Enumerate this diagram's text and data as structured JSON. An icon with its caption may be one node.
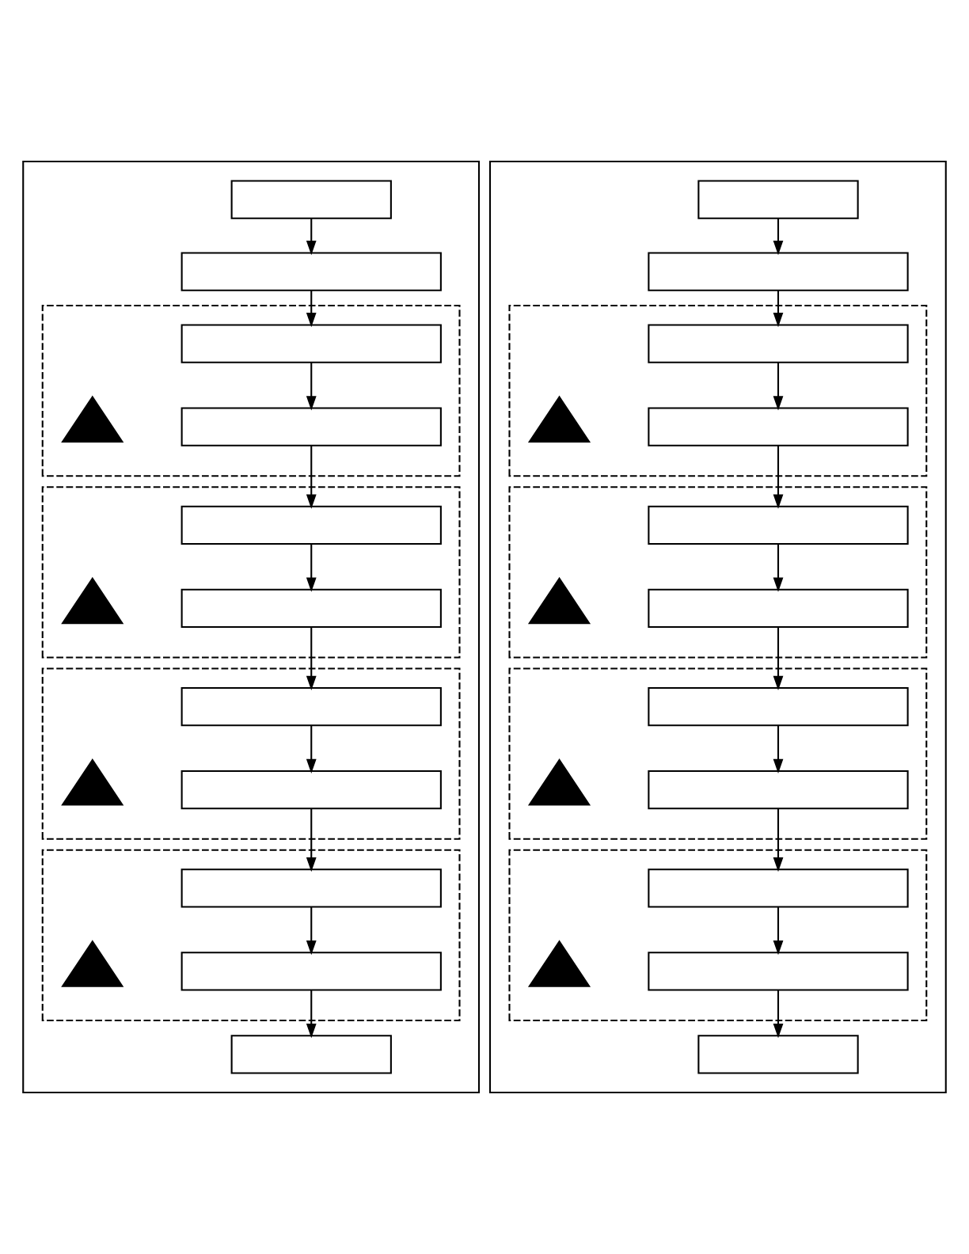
{
  "diagram": {
    "nodes": [
      {
        "text": [],
        "shape": "box"
      },
      {
        "text": [],
        "shape": "box",
        "in": 0
      },
      {
        "text": [],
        "shape": "box",
        "in": 0
      },
      {
        "text": [],
        "shape": "box",
        "in": 0
      },
      {
        "text": [],
        "shape": "box",
        "in": 3
      },
      {
        "text": [],
        "shape": "box",
        "in": 3
      },
      {
        "text": [],
        "shape": "triangle",
        "in": 3
      },
      {
        "text": [],
        "shape": "box",
        "in": 0
      },
      {
        "text": [],
        "shape": "box",
        "in": 7
      },
      {
        "text": [],
        "shape": "box",
        "in": 7
      },
      {
        "text": [],
        "shape": "triangle",
        "in": 7
      },
      {
        "text": [],
        "shape": "box",
        "in": 0
      },
      {
        "text": [],
        "shape": "box",
        "in": 11
      },
      {
        "text": [],
        "shape": "box",
        "in": 11
      },
      {
        "text": [],
        "shape": "triangle",
        "in": 11
      },
      {
        "text": [],
        "shape": "box",
        "in": 0
      },
      {
        "text": [],
        "shape": "box",
        "in": 15
      },
      {
        "text": [],
        "shape": "box",
        "in": 15
      },
      {
        "text": [],
        "shape": "triangle",
        "in": 15
      },
      {
        "text": [],
        "shape": "box",
        "in": 0
      },
      {
        "text": [],
        "shape": "box"
      },
      {
        "text": [],
        "shape": "box",
        "in": 20
      },
      {
        "text": [],
        "shape": "box",
        "in": 20
      },
      {
        "text": [],
        "shape": "box",
        "in": 20
      },
      {
        "text": [],
        "shape": "box",
        "in": 23
      },
      {
        "text": [],
        "shape": "box",
        "in": 23
      },
      {
        "text": [],
        "shape": "triangle",
        "in": 23
      },
      {
        "text": [],
        "shape": "box",
        "in": 20
      },
      {
        "text": [],
        "shape": "box",
        "in": 27
      },
      {
        "text": [],
        "shape": "box",
        "in": 27
      },
      {
        "text": [],
        "shape": "triangle",
        "in": 27
      },
      {
        "text": [],
        "shape": "box",
        "in": 20
      },
      {
        "text": [],
        "shape": "box",
        "in": 31
      },
      {
        "text": [],
        "shape": "box",
        "in": 31
      },
      {
        "text": [],
        "shape": "triangle",
        "in": 31
      },
      {
        "text": [],
        "shape": "box",
        "in": 20
      },
      {
        "text": [],
        "shape": "box",
        "in": 35
      },
      {
        "text": [],
        "shape": "box",
        "in": 35
      },
      {
        "text": [],
        "shape": "triangle",
        "in": 35
      },
      {
        "text": [],
        "shape": "box",
        "in": 20
      }
    ],
    "edges": [
      {
        "from": 1,
        "to": 2,
        "arrow": "to"
      },
      {
        "from": 2,
        "to": 4,
        "arrow": "to"
      },
      {
        "from": 4,
        "to": 5,
        "arrow": "to"
      },
      {
        "from": 5,
        "to": 8,
        "arrow": "to"
      },
      {
        "from": 8,
        "to": 9,
        "arrow": "to"
      },
      {
        "from": 9,
        "to": 12,
        "arrow": "to"
      },
      {
        "from": 12,
        "to": 13,
        "arrow": "to"
      },
      {
        "from": 13,
        "to": 16,
        "arrow": "to"
      },
      {
        "from": 16,
        "to": 17,
        "arrow": "to"
      },
      {
        "from": 17,
        "to": 19,
        "arrow": "to"
      },
      {
        "from": 21,
        "to": 22,
        "arrow": "to"
      },
      {
        "from": 22,
        "to": 24,
        "arrow": "to"
      },
      {
        "from": 24,
        "to": 25,
        "arrow": "to"
      },
      {
        "from": 25,
        "to": 28,
        "arrow": "to"
      },
      {
        "from": 28,
        "to": 29,
        "arrow": "to"
      },
      {
        "from": 29,
        "to": 32,
        "arrow": "to"
      },
      {
        "from": 32,
        "to": 33,
        "arrow": "to"
      },
      {
        "from": 33,
        "to": 36,
        "arrow": "to"
      },
      {
        "from": 36,
        "to": 37,
        "arrow": "to"
      },
      {
        "from": 37,
        "to": 39,
        "arrow": "to"
      }
    ]
  }
}
